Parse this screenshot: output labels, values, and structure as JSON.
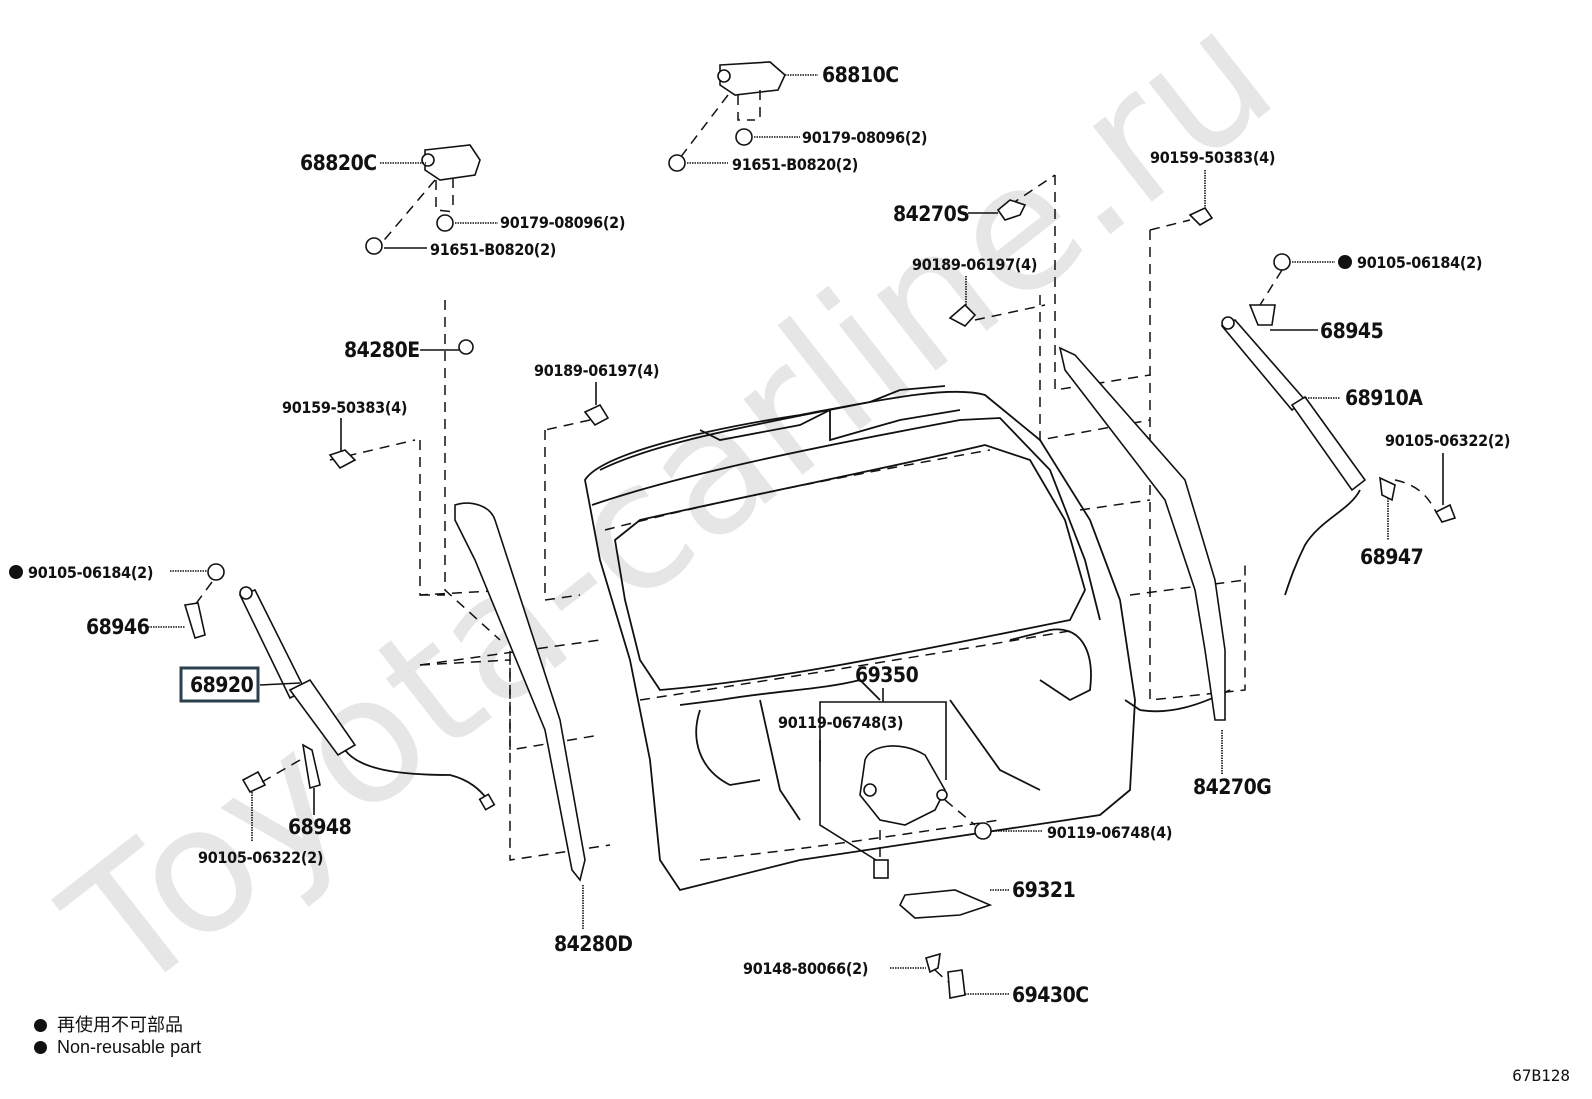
{
  "diagram": {
    "watermark": "Toyota-carline.ru",
    "diagram_code": "67B128",
    "highlighted_part": "68920",
    "non_reusable_marker_color": "#111111",
    "highlight_color": "#2b3f4d",
    "labels": {
      "p68820C": "68820C",
      "p90179_left": "90179-08096(2)",
      "p91651_left": "91651-B0820(2)",
      "p68810C": "68810C",
      "p90179_right": "90179-08096(2)",
      "p91651_right": "91651-B0820(2)",
      "p84270S": "84270S",
      "p90189_right": "90189-06197(4)",
      "p90159_right": "90159-50383(4)",
      "p90105_06184_right": "90105-06184(2)",
      "p68945": "68945",
      "p68910A": "68910A",
      "p90105_06322_right": "90105-06322(2)",
      "p68947": "68947",
      "p84280E": "84280E",
      "p90189_left": "90189-06197(4)",
      "p90159_left": "90159-50383(4)",
      "p90105_06184_left": "90105-06184(2)",
      "p68946": "68946",
      "p68920": "68920",
      "p68948": "68948",
      "p90105_06322_left": "90105-06322(2)",
      "p84280D": "84280D",
      "p69350": "69350",
      "p90119_3": "90119-06748(3)",
      "p90119_4": "90119-06748(4)",
      "p84270G": "84270G",
      "p69321": "69321",
      "p90148": "90148-80066(2)",
      "p69430C": "69430C"
    },
    "legend": [
      {
        "marker": "filled-circle",
        "text": "再使用不可部品"
      },
      {
        "marker": "filled-circle",
        "text": "Non-reusable part"
      }
    ]
  }
}
